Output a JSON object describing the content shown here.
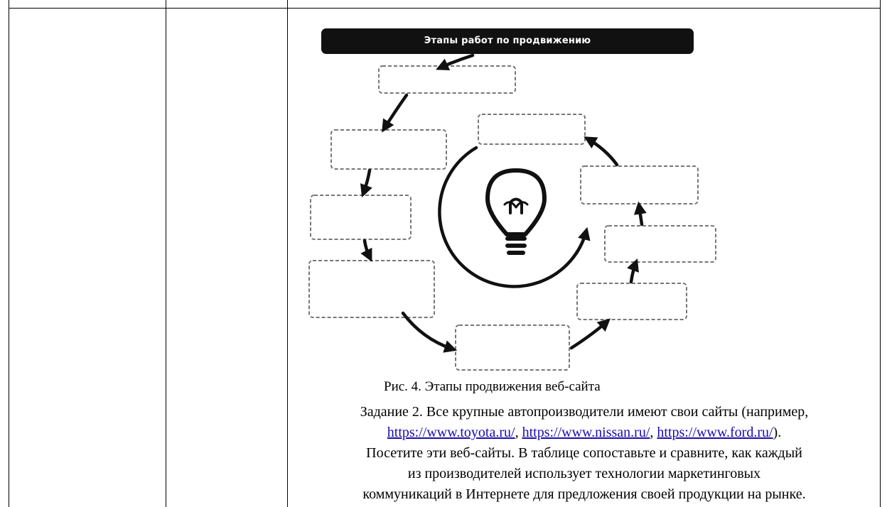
{
  "figure": {
    "banner_title": "Этапы работ по продвижению",
    "caption": "Рис. 4. Этапы продвижения веб-сайта"
  },
  "task": {
    "line1": "Задание 2. Все крупные автопроизводители имеют свои сайты (например,",
    "link_toyota": "https://www.toyota.ru/",
    "link_nissan": "https://www.nissan.ru/",
    "link_ford": "https://www.ford.ru/",
    "sep1": ", ",
    "sep2": ", ",
    "line2_end": ").",
    "line3": "Посетите эти веб-сайты. В таблице сопоставьте и сравните, как каждый",
    "line4": "из производителей использует технологии маркетинговых",
    "line5": "коммуникаций в Интернете для предложения своей продукции на рынке."
  }
}
